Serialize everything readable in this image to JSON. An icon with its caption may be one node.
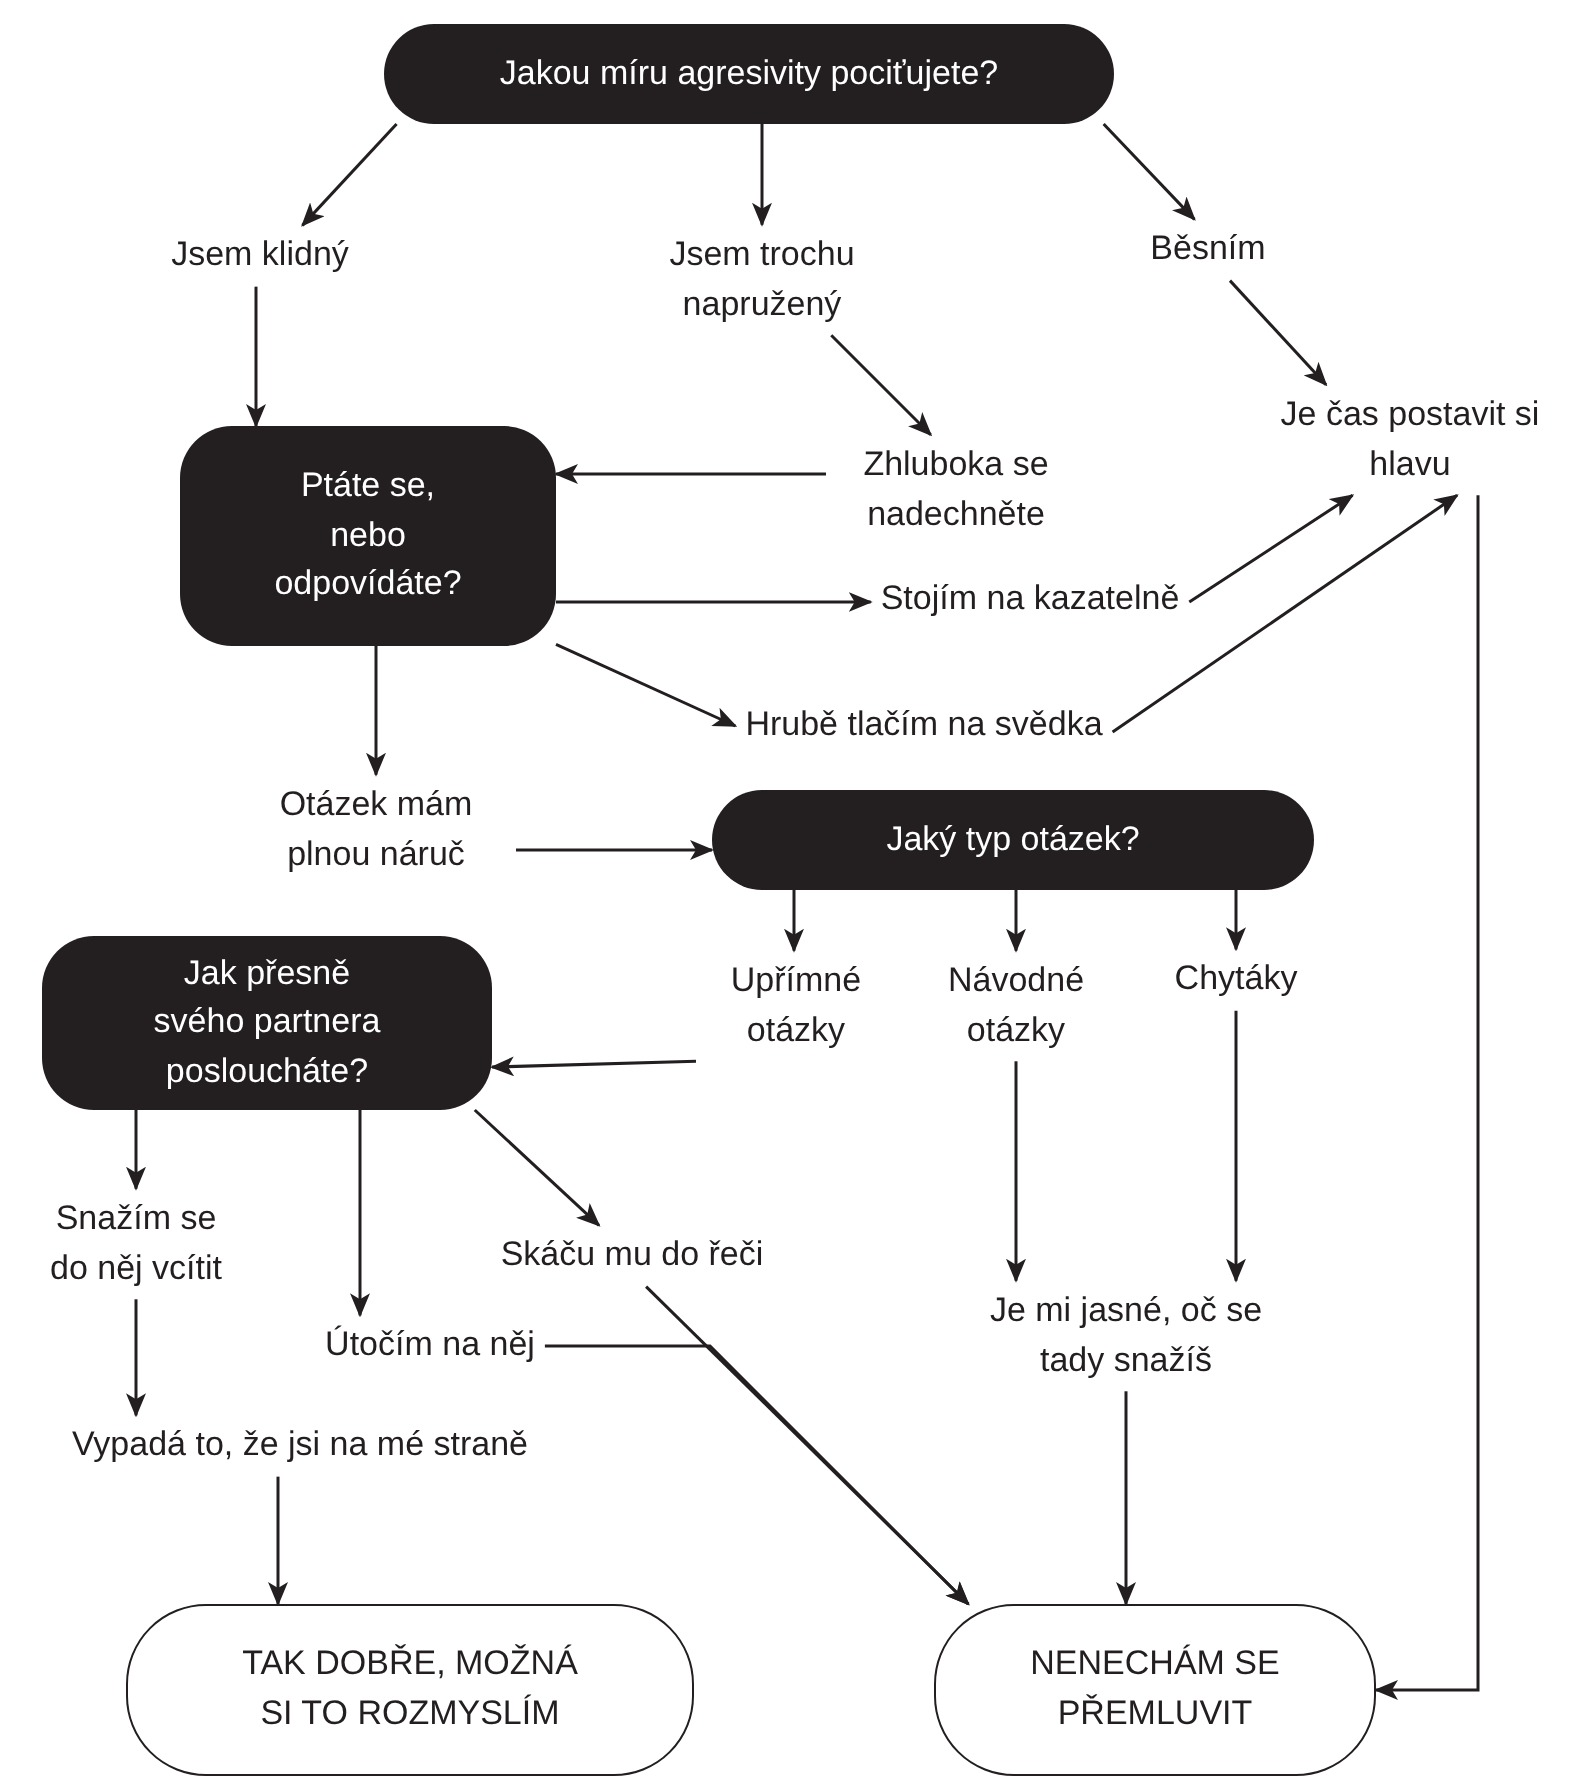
{
  "diagram": {
    "nodes": [
      {
        "text": [
          "Jakou míru agresivity pociťujete?"
        ]
      },
      {
        "text": [
          "Jsem klidný"
        ]
      },
      {
        "text": [
          "Jsem trochu napružený"
        ]
      },
      {
        "text": [
          "Běsním"
        ]
      },
      {
        "text": [
          "Je čas postavit si hlavu"
        ]
      },
      {
        "text": [
          "Ptáte se, nebo odpovídáte?"
        ]
      },
      {
        "text": [
          "Zhluboka se nadechněte"
        ]
      },
      {
        "text": [
          "Stojím na kazatelně"
        ]
      },
      {
        "text": [
          "Hrubě tlačím na svědka"
        ]
      },
      {
        "text": [
          "Otázek mám plnou náruč"
        ]
      },
      {
        "text": [
          "Jaký typ otázek?"
        ]
      },
      {
        "text": [
          "Jak přesně svého partnera posloucháte?"
        ]
      },
      {
        "text": [
          "Upřímné otázky"
        ]
      },
      {
        "text": [
          "Návodné otázky"
        ]
      },
      {
        "text": [
          "Chytáky"
        ]
      },
      {
        "text": [
          "Snažím se do něj vcítit"
        ]
      },
      {
        "text": [
          "Skáču mu do řeči"
        ]
      },
      {
        "text": [
          "Útočím na něj"
        ]
      },
      {
        "text": [
          "Je mi jasné, oč se tady snažíš"
        ]
      },
      {
        "text": [
          "Vypadá to, že jsi na mé straně"
        ]
      },
      {
        "text": [
          "TAK DOBŘE, MOŽNÁ SI TO ROZMYSLÍM"
        ]
      },
      {
        "text": [
          "NENECHÁM SE PŘEMLUVIT"
        ]
      }
    ],
    "edges": [
      {
        "from": 0,
        "to": 1,
        "arrow": "to"
      },
      {
        "from": 0,
        "to": 2,
        "arrow": "to"
      },
      {
        "from": 0,
        "to": 3,
        "arrow": "to"
      },
      {
        "from": 1,
        "to": 5,
        "arrow": "to"
      },
      {
        "from": 2,
        "to": 6,
        "arrow": "to"
      },
      {
        "from": 3,
        "to": 4,
        "arrow": "to"
      },
      {
        "from": 6,
        "to": 5,
        "arrow": "to"
      },
      {
        "from": 5,
        "to": 7,
        "arrow": "to"
      },
      {
        "from": 7,
        "to": 4,
        "arrow": "to"
      },
      {
        "from": 8,
        "to": 4,
        "arrow": "to"
      },
      {
        "from": 5,
        "to": 8,
        "arrow": "to"
      },
      {
        "from": 5,
        "to": 9,
        "arrow": "to"
      },
      {
        "from": 9,
        "to": 10,
        "arrow": "to"
      },
      {
        "from": 10,
        "to": 12,
        "arrow": "to"
      },
      {
        "from": 10,
        "to": 13,
        "arrow": "to"
      },
      {
        "from": 10,
        "to": 14,
        "arrow": "to"
      },
      {
        "from": 12,
        "to": 11,
        "arrow": "to"
      },
      {
        "from": 11,
        "to": 15,
        "arrow": "to"
      },
      {
        "from": 11,
        "to": 17,
        "arrow": "to"
      },
      {
        "from": 11,
        "to": 16,
        "arrow": "to"
      },
      {
        "from": 13,
        "to": 18,
        "arrow": "to"
      },
      {
        "from": 14,
        "to": 18,
        "arrow": "to"
      },
      {
        "from": 15,
        "to": 19,
        "arrow": "to"
      },
      {
        "from": 16,
        "to": 21,
        "arrow": "to"
      },
      {
        "from": 17,
        "to": 21,
        "arrow": "to"
      },
      {
        "from": 19,
        "to": 20,
        "arrow": "to"
      },
      {
        "from": 18,
        "to": 21,
        "arrow": "to"
      },
      {
        "from": 4,
        "to": 21,
        "arrow": "to"
      }
    ]
  }
}
